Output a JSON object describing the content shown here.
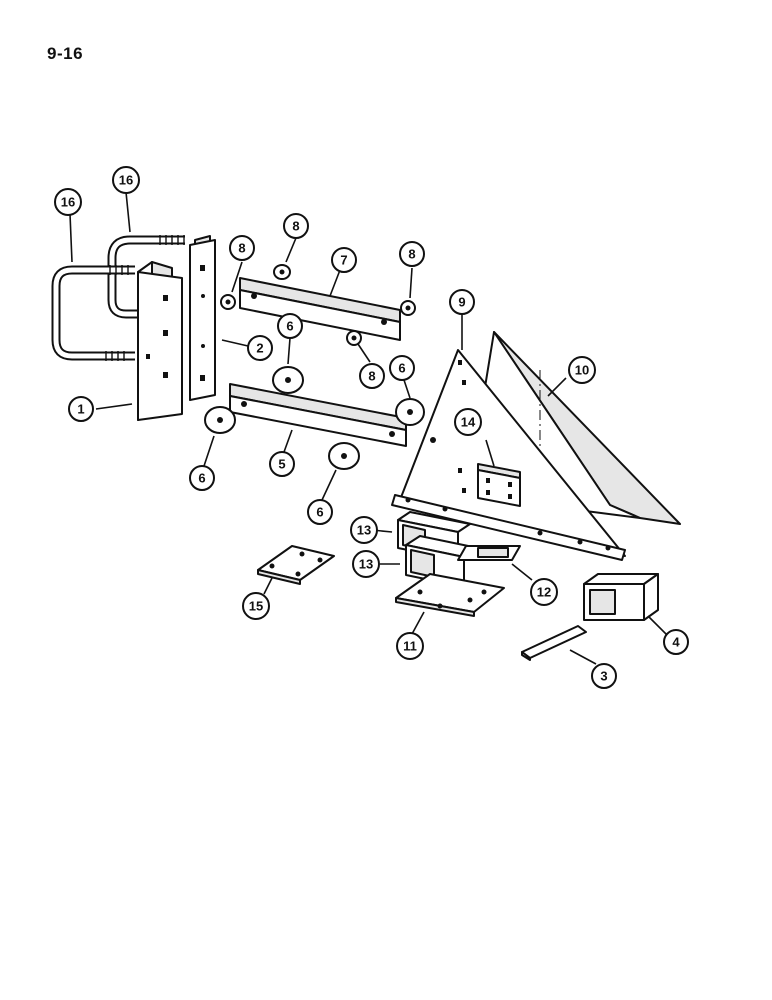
{
  "page": {
    "number": "9-16"
  },
  "callouts": [
    {
      "id": "c1",
      "label": "1"
    },
    {
      "id": "c2",
      "label": "2"
    },
    {
      "id": "c3",
      "label": "3"
    },
    {
      "id": "c4",
      "label": "4"
    },
    {
      "id": "c5",
      "label": "5"
    },
    {
      "id": "c6a",
      "label": "6"
    },
    {
      "id": "c6b",
      "label": "6"
    },
    {
      "id": "c6c",
      "label": "6"
    },
    {
      "id": "c6d",
      "label": "6"
    },
    {
      "id": "c7",
      "label": "7"
    },
    {
      "id": "c8a",
      "label": "8"
    },
    {
      "id": "c8b",
      "label": "8"
    },
    {
      "id": "c8c",
      "label": "8"
    },
    {
      "id": "c8d",
      "label": "8"
    },
    {
      "id": "c9",
      "label": "9"
    },
    {
      "id": "c10",
      "label": "10"
    },
    {
      "id": "c11",
      "label": "11"
    },
    {
      "id": "c12",
      "label": "12"
    },
    {
      "id": "c13a",
      "label": "13"
    },
    {
      "id": "c13b",
      "label": "13"
    },
    {
      "id": "c14",
      "label": "14"
    },
    {
      "id": "c15",
      "label": "15"
    },
    {
      "id": "c16a",
      "label": "16"
    },
    {
      "id": "c16b",
      "label": "16"
    }
  ]
}
